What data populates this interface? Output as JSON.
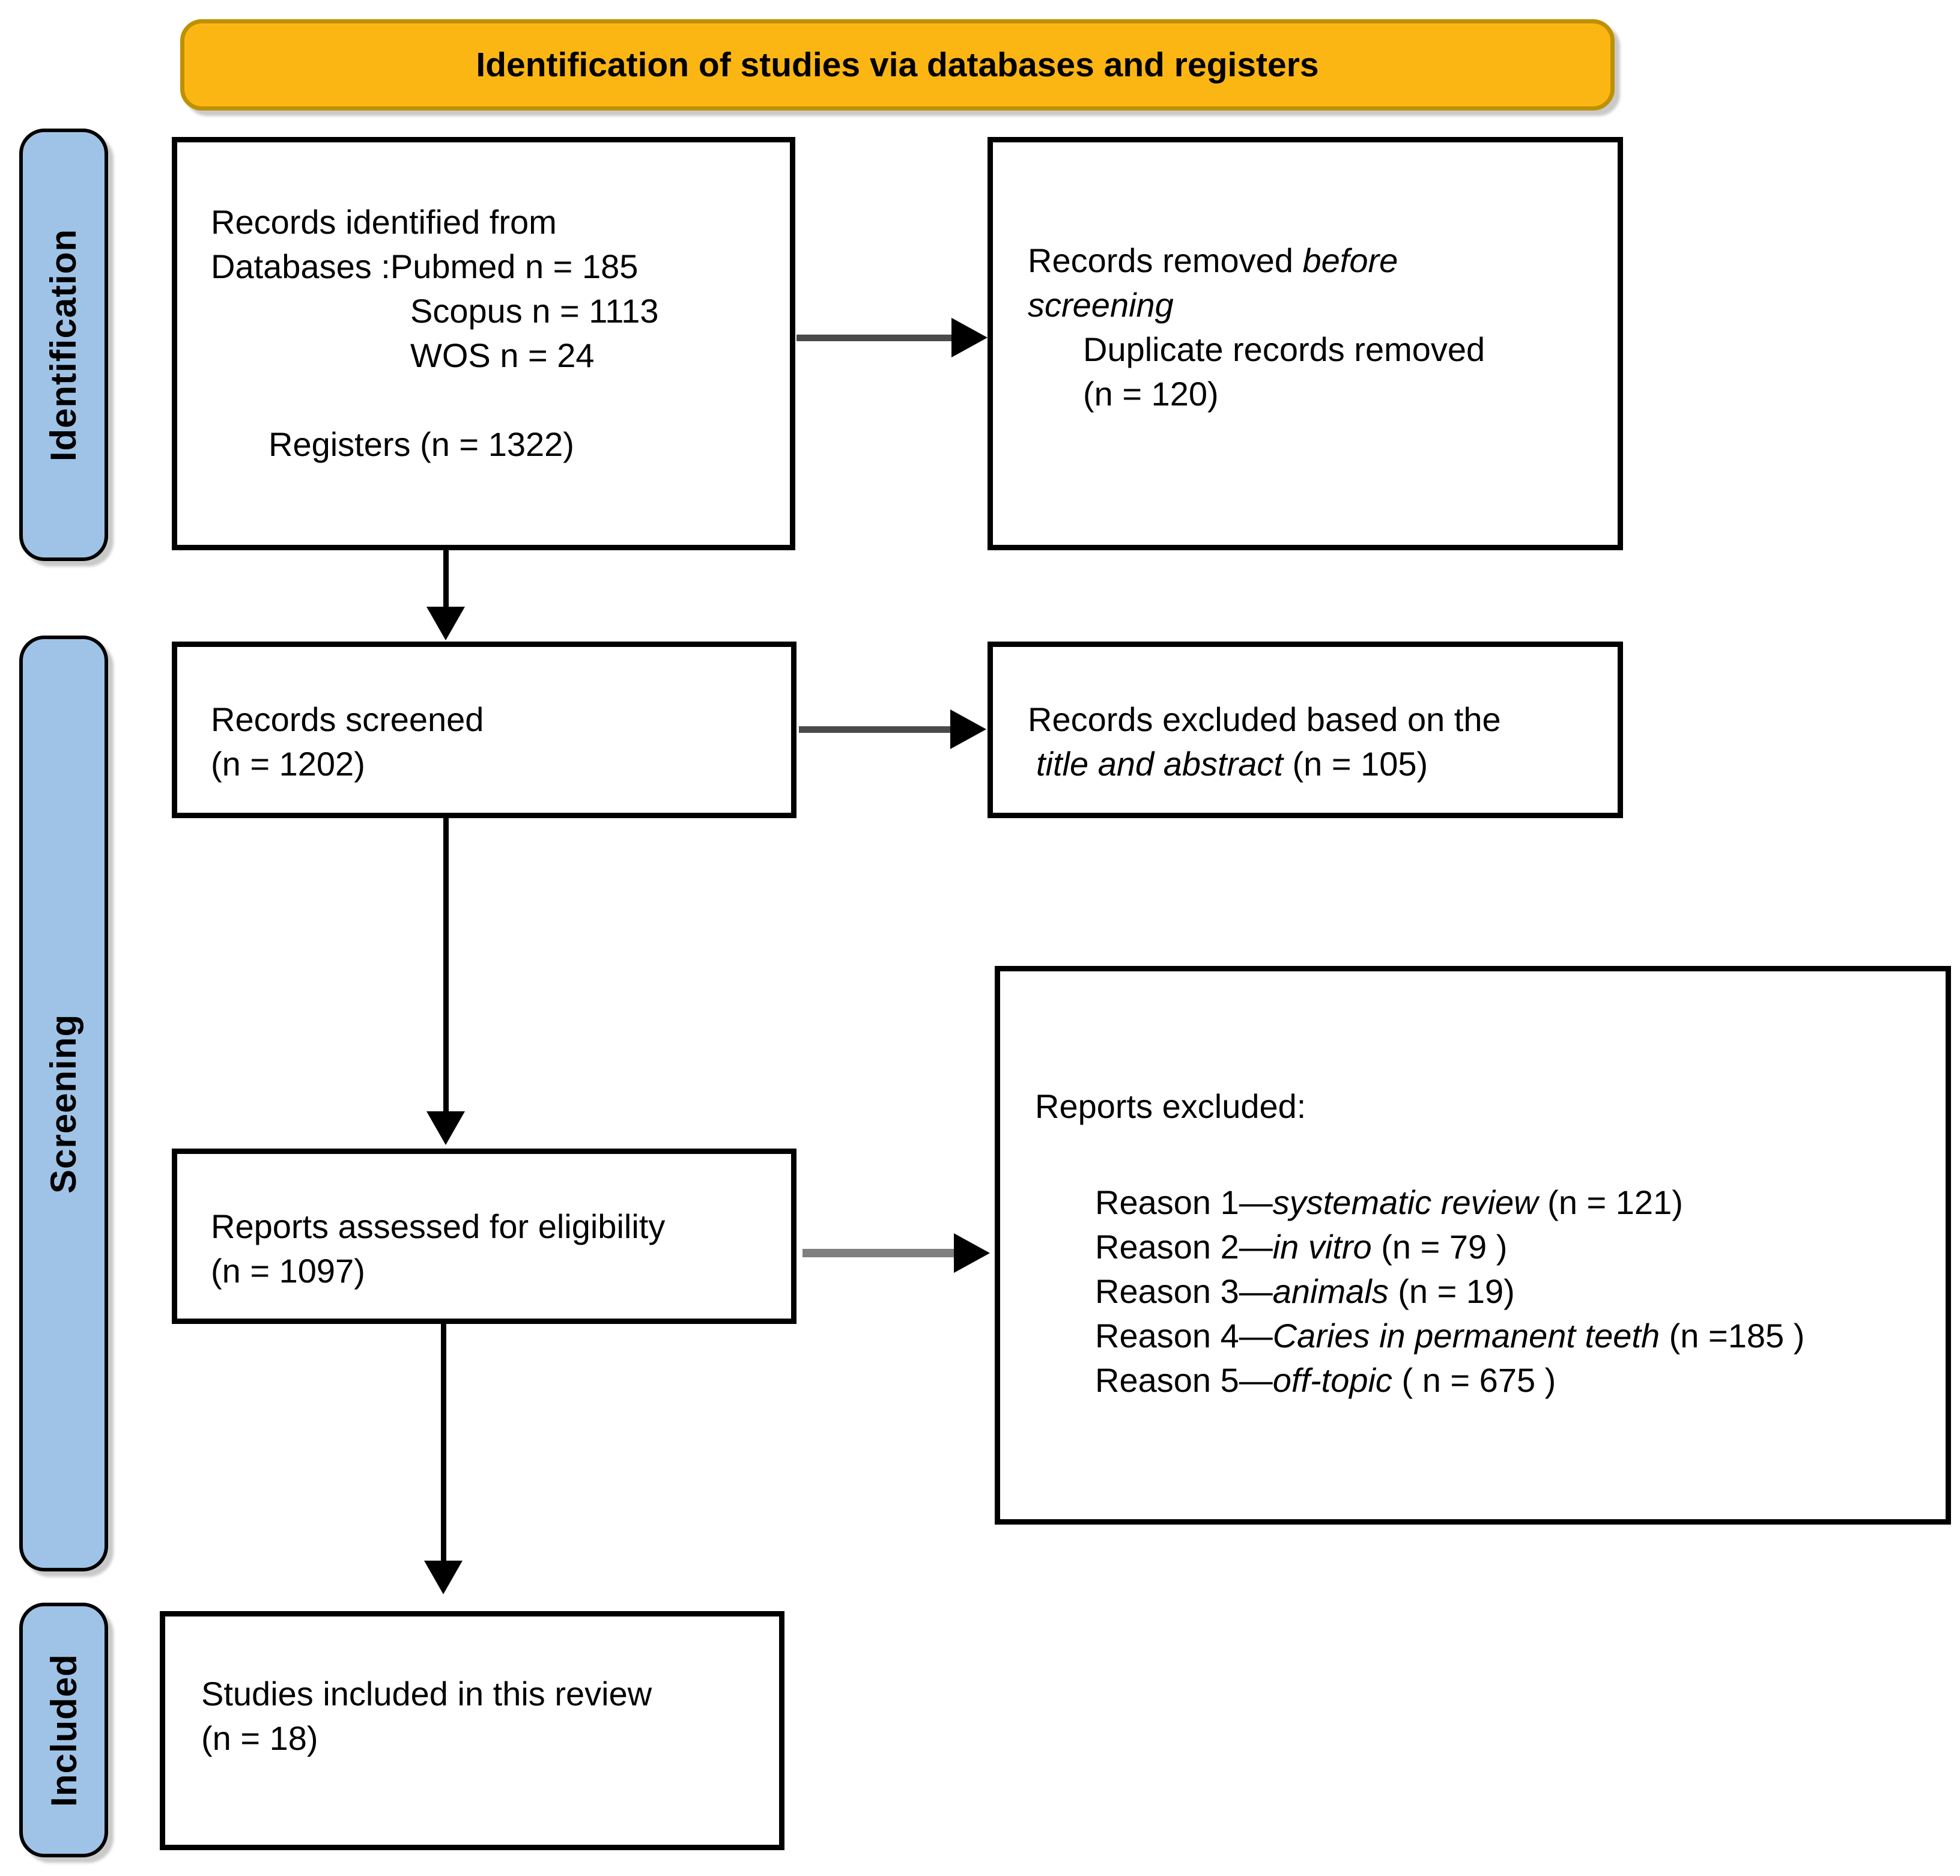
{
  "banner": {
    "title": "Identification of studies via databases and registers"
  },
  "sidebar": {
    "identification_label": "Identification",
    "screening_label": "Screening",
    "included_label": "Included"
  },
  "colors": {
    "banner_fill": "#fcb614",
    "banner_border": "#bf9000",
    "stage_bar_fill": "#9fc3e6",
    "box_border": "#000000",
    "arrow_gray": "#7f7f7f"
  },
  "boxes": {
    "records_identified": {
      "line1": "Records identified from",
      "line2": "Databases :Pubmed n = 185",
      "line3": "Scopus n = 1113",
      "line4": "WOS n = 24",
      "line5": "Registers (n = 1322)"
    },
    "records_removed": {
      "line1_prefix": "Records removed ",
      "line1_italic": "before",
      "line2_italic": "screening",
      "line3": "Duplicate records removed",
      "line4": "(n = 120)"
    },
    "records_screened": {
      "line1": "Records screened",
      "line2": "(n = 1202)"
    },
    "records_excluded": {
      "line1": "Records excluded based on the",
      "line2_italic": "title and abstract",
      "line2_suffix": " (n = 105)"
    },
    "reports_assessed": {
      "line1": "Reports assessed for eligibility",
      "line2": "(n = 1097)"
    },
    "reports_excluded": {
      "title": "Reports excluded:",
      "reasons": [
        {
          "prefix": "Reason 1—",
          "italic": "systematic review",
          "suffix": " (n = 121)"
        },
        {
          "prefix": "Reason 2—",
          "italic": "in vitro",
          "suffix": " (n = 79 )"
        },
        {
          "prefix": "Reason 3—",
          "italic": "animals",
          "suffix": " (n = 19)"
        },
        {
          "prefix": "Reason 4—",
          "italic": "Caries in permanent teeth",
          "suffix": " (n =185 )"
        },
        {
          "prefix": "Reason 5—",
          "italic": "off-topic",
          "suffix": " ( n = 675 )"
        }
      ]
    },
    "studies_included": {
      "line1": "Studies included in this review",
      "line2": "(n = 18)"
    }
  }
}
